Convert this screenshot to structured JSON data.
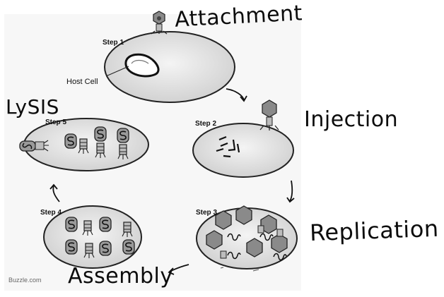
{
  "diagram": {
    "steps": [
      {
        "label": "Step 1",
        "stage": "Attachment"
      },
      {
        "label": "Step 2",
        "stage": "Injection"
      },
      {
        "label": "Step 3",
        "stage": "Replication"
      },
      {
        "label": "Step 4",
        "stage": "Assembly"
      },
      {
        "label": "Step 5",
        "stage": "Lysis"
      }
    ],
    "host_cell_label": "Host Cell",
    "credit": "Buzzle.com",
    "handwritten": {
      "attachment": "Attachment",
      "injection": "Injection",
      "replication": "Replication",
      "assembly": "Assembly",
      "lysis": "LySIS"
    },
    "colors": {
      "cell_fill": "#e6e6e6",
      "cell_stroke": "#222222",
      "virus_fill": "#8a8a8a",
      "ink": "#111111"
    }
  }
}
